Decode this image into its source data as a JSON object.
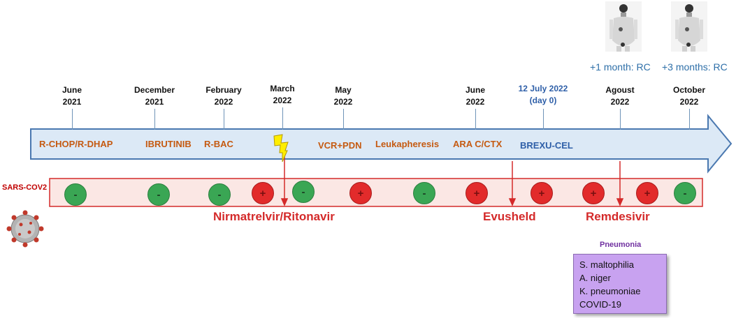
{
  "dates": [
    {
      "line1": "June",
      "line2": "2021",
      "blue": false
    },
    {
      "line1": "December",
      "line2": "2021",
      "blue": false
    },
    {
      "line1": "February",
      "line2": "2022",
      "blue": false
    },
    {
      "line1": "March",
      "line2": "2022",
      "blue": false
    },
    {
      "line1": "May",
      "line2": "2022",
      "blue": false
    },
    {
      "line1": "June",
      "line2": "2022",
      "blue": false
    },
    {
      "line1": "12 July 2022",
      "line2": "(day 0)",
      "blue": true
    },
    {
      "line1": "Agoust",
      "line2": "2022",
      "blue": false
    },
    {
      "line1": "October",
      "line2": "2022",
      "blue": false
    }
  ],
  "therapies": [
    {
      "label": "R-CHOP/R-DHAP"
    },
    {
      "label": "IBRUTINIB"
    },
    {
      "label": "R-BAC"
    },
    {
      "label": "VCR+PDN"
    },
    {
      "label": "Leukapheresis"
    },
    {
      "label": "ARA C/CTX"
    },
    {
      "label": "BREXU-CEL"
    }
  ],
  "sars": {
    "label": "SARS-COV2",
    "tests": [
      "-",
      "-",
      "-",
      "+",
      "-",
      "+",
      "-",
      "+",
      "+",
      "+",
      "+",
      "-"
    ]
  },
  "treatments": [
    {
      "label": "Nirmatrelvir/Ritonavir"
    },
    {
      "label": "Evusheld"
    },
    {
      "label": "Remdesivir"
    }
  ],
  "responses": [
    {
      "label": "+1 month: RC"
    },
    {
      "label": "+3 months: RC"
    }
  ],
  "pneumonia": {
    "title": "Pneumonia",
    "items": [
      "S. maltophilia",
      "A. niger",
      "K. pneumoniae",
      "COVID-19"
    ]
  },
  "colors": {
    "arrow_fill": "#dce9f6",
    "arrow_stroke": "#4a78b0",
    "band_fill": "#fbe7e4",
    "band_stroke": "#d42a2a",
    "negative": "#3aa654",
    "positive": "#e22b2b",
    "therapy_text": "#c55a11",
    "treatment_text": "#d42a2a",
    "pneumonia_box": "#c8a2f0"
  }
}
